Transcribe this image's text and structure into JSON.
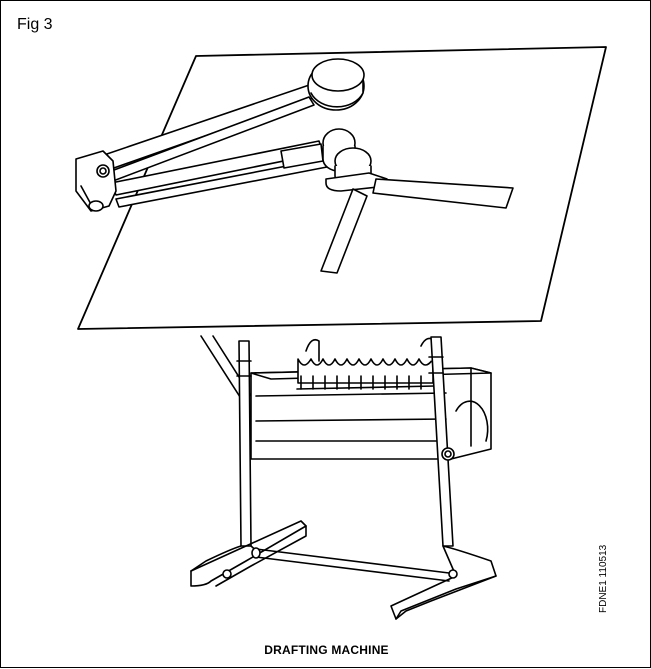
{
  "figure": {
    "label": "Fig 3",
    "caption": "DRAFTING MACHINE",
    "code": "FDNE1 110513"
  }
}
